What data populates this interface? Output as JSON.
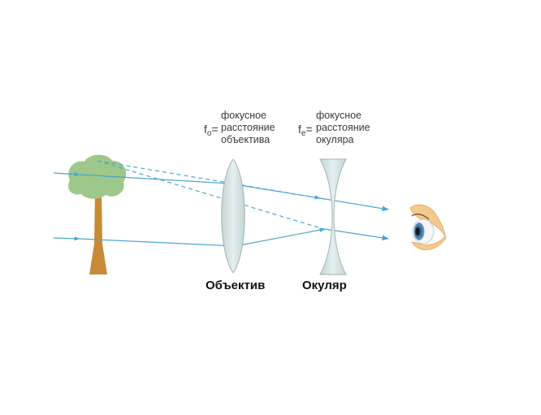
{
  "objective": {
    "symbol_main": "f",
    "symbol_sub": "o",
    "symbol_eq": "=",
    "desc_lines": [
      "фокусное",
      "расстояние",
      "объектива"
    ],
    "label": "Объектив"
  },
  "eyepiece": {
    "symbol_main": "f",
    "symbol_sub": "e",
    "symbol_eq": "=",
    "desc_lines": [
      "фокусное",
      "расстояние",
      "окуляра"
    ],
    "label": "Окуляр"
  },
  "colors": {
    "ray": "#4aa6cf",
    "lens_fill": "#d4e2e2",
    "lens_stroke": "#9fb3b3",
    "tree_crown": "#9ec78a",
    "tree_trunk": "#c98a35",
    "eye_skin": "#f3c98d",
    "iris": "#3b6e9a"
  }
}
